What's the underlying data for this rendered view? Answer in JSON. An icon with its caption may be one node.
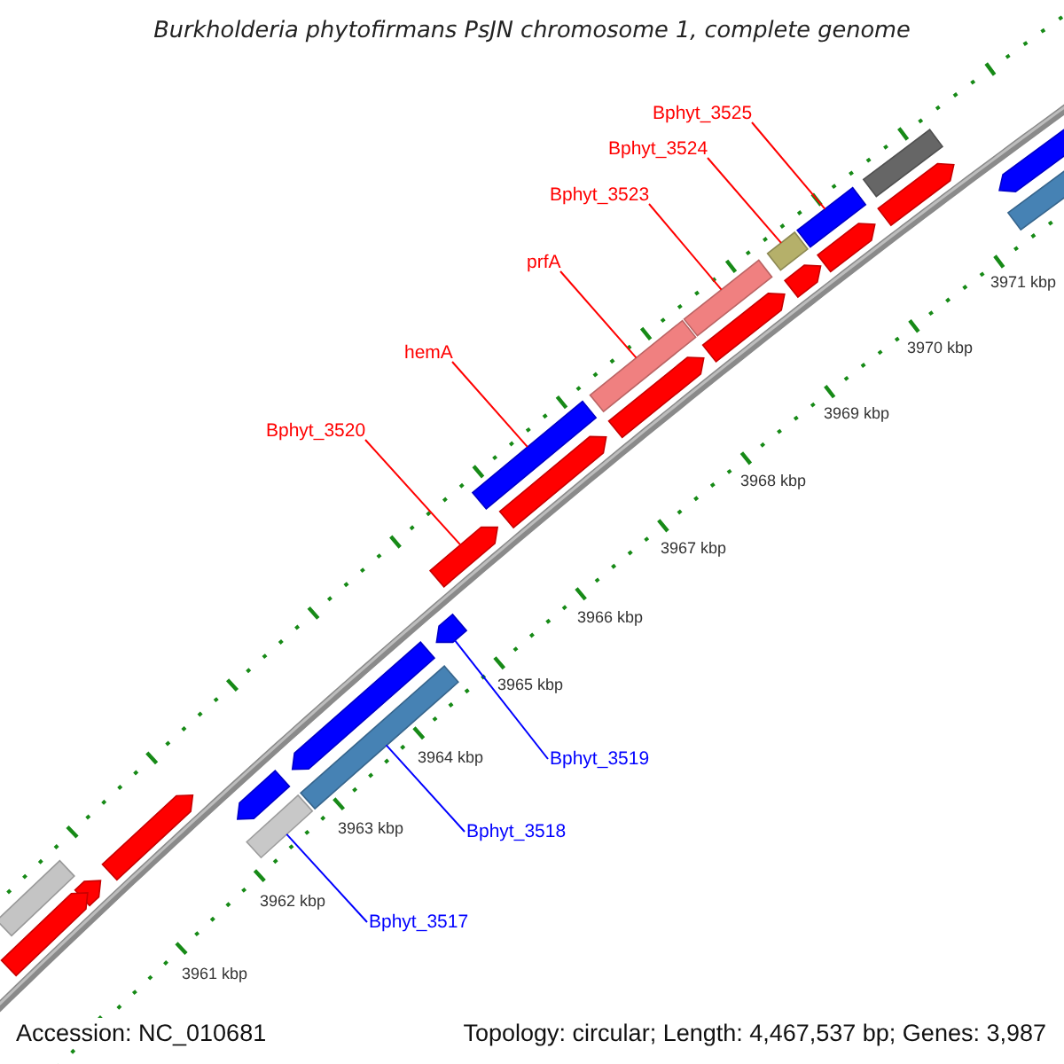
{
  "diagram": {
    "title": "Burkholderia phytofirmans PsJN chromosome 1, complete genome",
    "nodes": [
      {
        "text": [
          "Bphyt_3525"
        ]
      },
      {
        "text": [
          "Bphyt_3524"
        ]
      },
      {
        "text": [
          "Bphyt_3523"
        ]
      },
      {
        "text": [
          "prfA"
        ]
      },
      {
        "text": [
          "hemA"
        ]
      },
      {
        "text": [
          "Bphyt_3520"
        ]
      },
      {
        "text": [
          "Bphyt_3519"
        ]
      },
      {
        "text": [
          "Bphyt_3518"
        ]
      },
      {
        "text": [
          "Bphyt_3517"
        ]
      },
      {
        "text": [],
        "shape": "bar"
      },
      {
        "text": [],
        "shape": "arrow"
      },
      {
        "text": [],
        "shape": "arrow"
      },
      {
        "text": [],
        "shape": "bar"
      },
      {
        "text": [],
        "shape": "bar"
      },
      {
        "text": [],
        "shape": "arrow"
      },
      {
        "text": [],
        "shape": "bar"
      },
      {
        "text": [],
        "shape": "arrow"
      },
      {
        "text": [],
        "shape": "bar"
      },
      {
        "text": [],
        "shape": "bar"
      },
      {
        "text": [],
        "shape": "arrow"
      },
      {
        "text": [],
        "shape": "arrow"
      },
      {
        "text": [],
        "shape": "bar"
      },
      {
        "text": [],
        "shape": "arrow"
      },
      {
        "text": [],
        "shape": "arrow"
      },
      {
        "text": [],
        "shape": "arrow"
      },
      {
        "text": [],
        "shape": "arrow"
      },
      {
        "text": [],
        "shape": "bar"
      },
      {
        "text": [],
        "shape": "arrow"
      },
      {
        "text": [],
        "shape": "arrow"
      },
      {
        "text": [],
        "shape": "bar"
      },
      {
        "text": [],
        "shape": "bar"
      },
      {
        "text": [],
        "shape": "arrow"
      },
      {
        "text": [],
        "shape": "arrow"
      }
    ],
    "edges": [
      {
        "from": 0,
        "to": 13,
        "arrow": "none"
      },
      {
        "from": 1,
        "to": 15,
        "arrow": "none"
      },
      {
        "from": 2,
        "to": 17,
        "arrow": "none"
      },
      {
        "from": 3,
        "to": 18,
        "arrow": "none"
      },
      {
        "from": 4,
        "to": 21,
        "arrow": "none"
      },
      {
        "from": 5,
        "to": 23,
        "arrow": "none"
      },
      {
        "from": 6,
        "to": 24,
        "arrow": "none",
        "color": "#0000ff"
      },
      {
        "from": 7,
        "to": 26,
        "arrow": "none",
        "color": "#0000ff"
      },
      {
        "from": 8,
        "to": 29,
        "arrow": "none",
        "color": "#0000ff"
      }
    ],
    "labels": [
      "3961 kbp",
      "3962 kbp",
      "3963 kbp",
      "3964 kbp",
      "3965 kbp",
      "3966 kbp",
      "3967 kbp",
      "3968 kbp",
      "3969 kbp",
      "3970 kbp",
      "3971 kbp",
      "Accession: NC_010681",
      "Topology: circular; Length: 4,467,537 bp; Genes: 3,987"
    ]
  }
}
